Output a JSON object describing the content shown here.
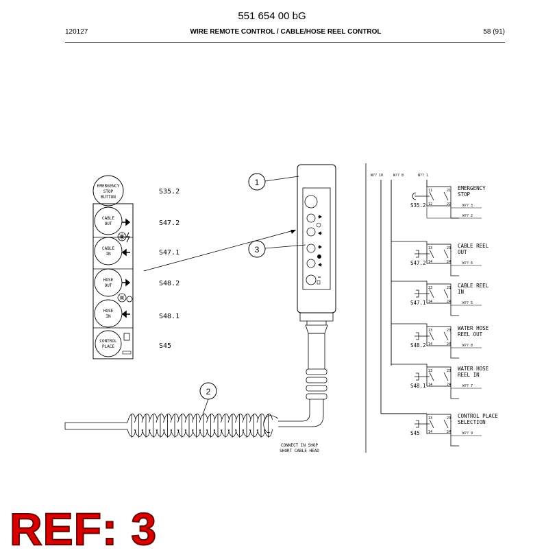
{
  "header": {
    "doc_number": "551 654 00 bG",
    "date_code": "120127",
    "section_title": "WIRE REMOTE CONTROL / CABLE/HOSE REEL CONTROL",
    "page": "58 (91)"
  },
  "panel": {
    "buttons": [
      {
        "label_1": "EMERGENCY",
        "label_2": "STOP",
        "label_3": "BUTTON",
        "ref": "S35.2"
      },
      {
        "label_1": "CABLE",
        "label_2": "OUT",
        "ref": "S47.2"
      },
      {
        "label_1": "CABLE",
        "label_2": "IN",
        "ref": "S47.1"
      },
      {
        "label_1": "HOSE",
        "label_2": "OUT",
        "ref": "S48.2"
      },
      {
        "label_1": "HOSE",
        "label_2": "IN",
        "ref": "S48.1"
      },
      {
        "label_1": "CONTROL",
        "label_2": "PLACE",
        "ref": "S45"
      }
    ]
  },
  "callouts": [
    "1",
    "2",
    "3"
  ],
  "cable_note": {
    "line_1": "CONNECT IN SHOP",
    "line_2": "SHORT CABLE HEAD"
  },
  "schematic": {
    "top_labels": [
      "W?? 10",
      "W?? 8",
      "W?? 1"
    ],
    "circuits": [
      {
        "ref": "S35.2",
        "name_1": "EMERGENCY",
        "name_2": "STOP",
        "t1": "11",
        "t2": "21",
        "t3": "12",
        "t4": "22",
        "wire": "W?? 3",
        "wire_b": "W?? 2"
      },
      {
        "ref": "S47.2",
        "name_1": "CABLE REEL",
        "name_2": "OUT",
        "t1": "13",
        "t2": "23",
        "t3": "14",
        "t4": "24",
        "wire": "W?? 6"
      },
      {
        "ref": "S47.1",
        "name_1": "CABLE REEL",
        "name_2": "IN",
        "t1": "13",
        "t2": "23",
        "t3": "14",
        "t4": "24",
        "wire": "W?? 5"
      },
      {
        "ref": "S48.2",
        "name_1": "WATER HOSE",
        "name_2": "REEL OUT",
        "t1": "13",
        "t2": "23",
        "t3": "14",
        "t4": "24",
        "wire": "W?? 8"
      },
      {
        "ref": "S48.1",
        "name_1": "WATER HOSE",
        "name_2": "REEL IN",
        "t1": "13",
        "t2": "23",
        "t3": "14",
        "t4": "24",
        "wire": "W?? 7"
      },
      {
        "ref": "S45",
        "name_1": "CONTROL PLACE",
        "name_2": "SELECTION",
        "t1": "13",
        "t2": "23",
        "t3": "14",
        "t4": "24",
        "wire": "W?? 9"
      }
    ]
  },
  "ref_label": "REF: 3",
  "colors": {
    "ref_label": "#d90000",
    "line": "#000000"
  }
}
